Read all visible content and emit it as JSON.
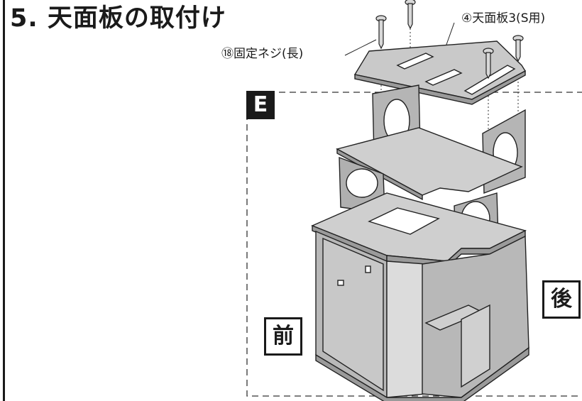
{
  "heading": {
    "title": "5. 天面板の取付け"
  },
  "callouts": {
    "top_board": "④天面板3(S用)",
    "fixing_screw": "⑱固定ネジ(長)"
  },
  "step_label": "E",
  "direction": {
    "back": "後",
    "front": "前"
  }
}
